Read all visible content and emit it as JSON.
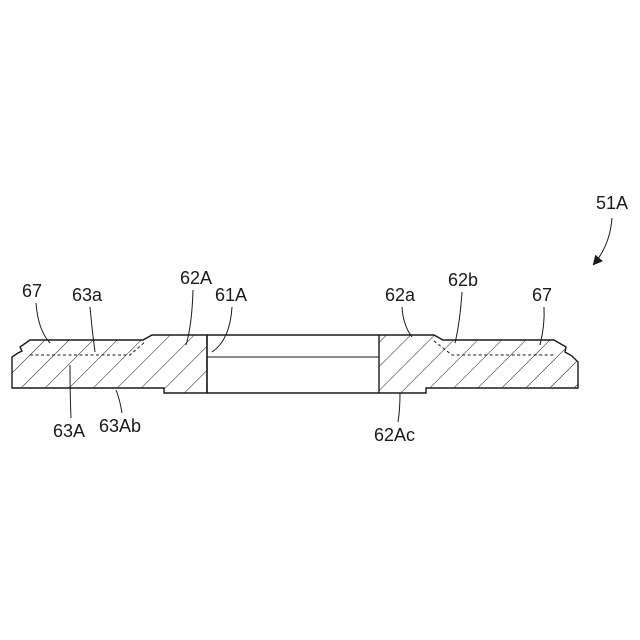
{
  "figure": {
    "assembly_label": "51A",
    "labels": {
      "l67_left": "67",
      "l63a": "63a",
      "l62A": "62A",
      "l61A": "61A",
      "l62a": "62a",
      "l62b": "62b",
      "l67_right": "67",
      "l63A": "63A",
      "l63Ab": "63Ab",
      "l62Ac": "62Ac"
    }
  }
}
